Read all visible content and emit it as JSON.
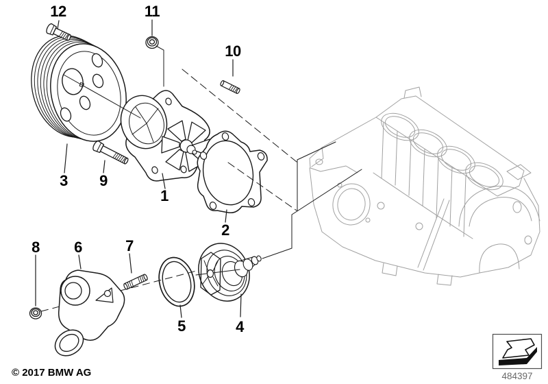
{
  "footer": {
    "copyright": "© 2017 BMW AG"
  },
  "part_number_box": {
    "number": "484397",
    "icon": "direction-arrow-icon"
  },
  "callouts": [
    {
      "label": "1",
      "part": "water-pump"
    },
    {
      "label": "2",
      "part": "gasket"
    },
    {
      "label": "3",
      "part": "belt-pulley"
    },
    {
      "label": "4",
      "part": "thermostat"
    },
    {
      "label": "5",
      "part": "o-ring"
    },
    {
      "label": "6",
      "part": "thermostat-housing"
    },
    {
      "label": "7",
      "part": "stud"
    },
    {
      "label": "8",
      "part": "nut"
    },
    {
      "label": "9",
      "part": "hex-bolt"
    },
    {
      "label": "10",
      "part": "stud"
    },
    {
      "label": "11",
      "part": "flange-nut"
    },
    {
      "label": "12",
      "part": "hex-bolt"
    }
  ],
  "colors": {
    "background": "#ffffff",
    "part_line": "#1a1a1a",
    "engine_block_line": "#a0a0a0",
    "label_text": "#000000",
    "part_number_text": "#686868"
  }
}
